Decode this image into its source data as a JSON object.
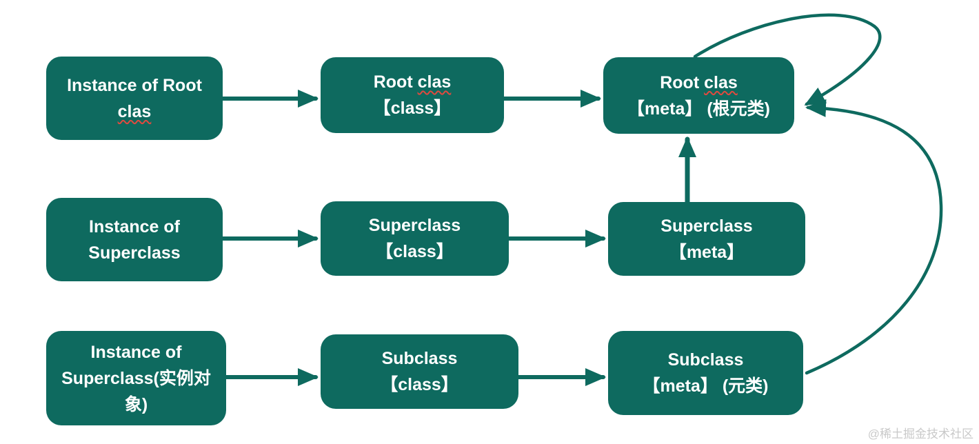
{
  "diagram_title": "class-metaclass-isa-diagram",
  "colors": {
    "node_fill": "#0e6a5f",
    "node_text": "#ffffff",
    "arrow": "#0e6a5f",
    "misspell_underline": "#e04a3f",
    "watermark_text_color": "#c9c9c9",
    "background": "#ffffff"
  },
  "watermark": "@稀土掘金技术社区",
  "nodes": [
    {
      "id": "instance-of-root-clas",
      "title_pre": "Instance of  Root ",
      "title_mis": "clas",
      "subtitle": ""
    },
    {
      "id": "root-clas-class",
      "title_pre": "Root ",
      "title_mis": "clas",
      "subtitle": "【class】"
    },
    {
      "id": "root-clas-meta",
      "title_pre": "Root ",
      "title_mis": "clas",
      "subtitle": "【meta】 (根元类)"
    },
    {
      "id": "instance-of-superclass",
      "title_pre": "Instance of Superclass",
      "title_mis": "",
      "subtitle": ""
    },
    {
      "id": "superclass-class",
      "title_pre": "Superclass",
      "title_mis": "",
      "subtitle": "【class】"
    },
    {
      "id": "superclass-meta",
      "title_pre": "Superclass",
      "title_mis": "",
      "subtitle": "【meta】"
    },
    {
      "id": "instance-of-subclass",
      "title_pre": "Instance of Superclass(实例对象)",
      "title_mis": "",
      "subtitle": ""
    },
    {
      "id": "subclass-class",
      "title_pre": "Subclass",
      "title_mis": "",
      "subtitle": "【class】"
    },
    {
      "id": "subclass-meta",
      "title_pre": "Subclass",
      "title_mis": "",
      "subtitle": "【meta】 (元类)"
    }
  ],
  "edges": [
    {
      "from": "instance-of-root-clas",
      "to": "root-clas-class",
      "shape": "straight"
    },
    {
      "from": "root-clas-class",
      "to": "root-clas-meta",
      "shape": "straight"
    },
    {
      "from": "instance-of-superclass",
      "to": "superclass-class",
      "shape": "straight"
    },
    {
      "from": "superclass-class",
      "to": "superclass-meta",
      "shape": "straight"
    },
    {
      "from": "superclass-meta",
      "to": "root-clas-meta",
      "shape": "straight-up"
    },
    {
      "from": "instance-of-subclass",
      "to": "subclass-class",
      "shape": "straight"
    },
    {
      "from": "subclass-class",
      "to": "subclass-meta",
      "shape": "straight"
    },
    {
      "from": "subclass-meta",
      "to": "root-clas-meta",
      "shape": "big-curve"
    },
    {
      "from": "root-clas-meta",
      "to": "root-clas-meta",
      "shape": "self-loop"
    }
  ]
}
